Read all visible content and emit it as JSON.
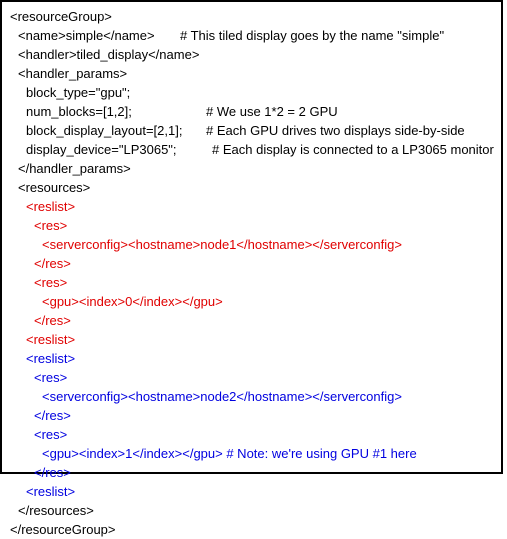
{
  "colors": {
    "text": "#000000",
    "red": "#e00000",
    "blue": "#0000e0",
    "border": "#000000",
    "background": "#ffffff"
  },
  "lines": [
    {
      "text": "<resourceGroup>",
      "color": "text"
    },
    {
      "text": "<name>simple</name>",
      "color": "text",
      "comment": "# This tiled display goes by the name \"simple\""
    },
    {
      "text": "<handler>tiled_display</name>",
      "color": "text"
    },
    {
      "text": "<handler_params>",
      "color": "text"
    },
    {
      "text": "block_type=\"gpu\";",
      "color": "text"
    },
    {
      "text": "num_blocks=[1,2];",
      "color": "text",
      "comment": "# We use 1*2 = 2 GPU"
    },
    {
      "text": "block_display_layout=[2,1];",
      "color": "text",
      "comment": "# Each GPU drives two displays side-by-side"
    },
    {
      "text": "display_device=\"LP3065\";",
      "color": "text",
      "comment": "# Each display is connected to a LP3065 monitor"
    },
    {
      "text": "</handler_params>",
      "color": "text"
    },
    {
      "text": "<resources>",
      "color": "text"
    },
    {
      "text": "<reslist>",
      "color": "red"
    },
    {
      "text": "<res>",
      "color": "red"
    },
    {
      "text": "<serverconfig><hostname>node1</hostname></serverconfig>",
      "color": "red"
    },
    {
      "text": "</res>",
      "color": "red"
    },
    {
      "text": "<res>",
      "color": "red"
    },
    {
      "text": "<gpu><index>0</index></gpu>",
      "color": "red"
    },
    {
      "text": "</res>",
      "color": "red"
    },
    {
      "text": "<reslist>",
      "color": "red"
    },
    {
      "text": "<reslist>",
      "color": "blue"
    },
    {
      "text": "<res>",
      "color": "blue"
    },
    {
      "text": "<serverconfig><hostname>node2</hostname></serverconfig>",
      "color": "blue"
    },
    {
      "text": "</res>",
      "color": "blue"
    },
    {
      "text": "<res>",
      "color": "blue"
    },
    {
      "text": "<gpu><index>1</index></gpu> # Note: we're using GPU #1 here",
      "color": "blue"
    },
    {
      "text": "</res>",
      "color": "blue"
    },
    {
      "text": "<reslist>",
      "color": "blue"
    },
    {
      "text": "</resources>",
      "color": "text"
    },
    {
      "text": "</resourceGroup>",
      "color": "text"
    }
  ]
}
